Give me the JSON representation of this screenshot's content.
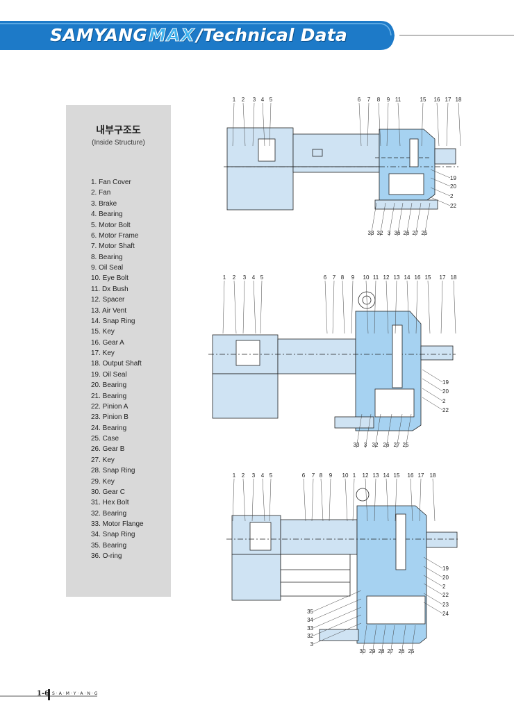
{
  "header": {
    "brand": "SAMYANG",
    "logo": "MAX",
    "title": "/Technical Data"
  },
  "panel": {
    "title_kr": "내부구조도",
    "subtitle": "(Inside Structure)",
    "parts": [
      "1. Fan Cover",
      "2. Fan",
      "3. Brake",
      "4. Bearing",
      "5. Motor Bolt",
      "6. Motor Frame",
      "7. Motor Shaft",
      "8. Bearing",
      "9. Oil Seal",
      "10. Eye Bolt",
      "11. Dx Bush",
      "12. Spacer",
      "13. Air Vent",
      "14. Snap Ring",
      "15. Key",
      "16. Gear A",
      "17. Key",
      "18. Output Shaft",
      "19. Oil Seal",
      "20. Bearing",
      "21. Bearing",
      "22. Pinion A",
      "23. Pinion B",
      "24. Bearing",
      "25. Case",
      "26. Gear B",
      "27. Key",
      "28. Snap Ring",
      "29. Key",
      "30. Gear C",
      "31. Hex Bolt",
      "32. Bearing",
      "33. Motor Flange",
      "34. Snap Ring",
      "35. Bearing",
      "36. O-ring"
    ]
  },
  "diagram1": {
    "top_labels": [
      "1",
      "2",
      "3",
      "4",
      "5",
      "6",
      "7",
      "8",
      "9",
      "11",
      "15",
      "16",
      "17",
      "18"
    ],
    "right_labels": [
      "19",
      "20",
      "2",
      "22"
    ],
    "bottom_labels": [
      "33",
      "32",
      "3",
      "36",
      "26",
      "27",
      "25"
    ]
  },
  "diagram2": {
    "top_labels": [
      "1",
      "2",
      "3",
      "4",
      "5",
      "6",
      "7",
      "8",
      "9",
      "10",
      "11",
      "12",
      "13",
      "14",
      "16",
      "15",
      "17",
      "18"
    ],
    "right_labels": [
      "19",
      "20",
      "2",
      "22"
    ],
    "bottom_labels": [
      "33",
      "3",
      "32",
      "26",
      "27",
      "25"
    ]
  },
  "diagram3": {
    "top_labels": [
      "1",
      "2",
      "3",
      "4",
      "5",
      "6",
      "7",
      "8",
      "9",
      "10",
      "1",
      "12",
      "13",
      "14",
      "15",
      "16",
      "17",
      "18"
    ],
    "right_labels": [
      "19",
      "20",
      "2",
      "22",
      "23",
      "24"
    ],
    "left_labels": [
      "35",
      "34",
      "33",
      "32",
      "3"
    ],
    "bottom_labels": [
      "30",
      "29",
      "28",
      "27",
      "26",
      "25"
    ]
  },
  "footer": {
    "page": "1-6",
    "brand": "S·A·M·Y·A·N·G"
  },
  "colors": {
    "header_blue": "#1d7ac8",
    "panel_gray": "#d9d9d9",
    "motor_blue": "#cfe3f3",
    "gear_blue": "#a6d2f1",
    "line": "#222222"
  }
}
